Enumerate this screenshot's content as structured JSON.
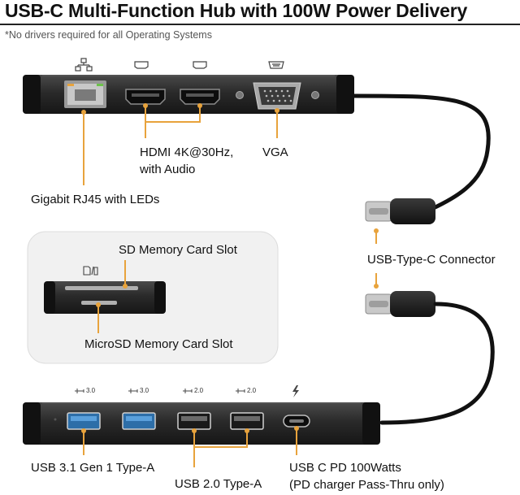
{
  "header": {
    "title": "USB-C Multi-Function Hub with 100W Power Delivery",
    "subtitle": "*No drivers required for all Operating Systems"
  },
  "labels": {
    "hdmi_line1": "HDMI 4K@30Hz,",
    "hdmi_line2": "with Audio",
    "vga": "VGA",
    "rj45": "Gigabit RJ45 with LEDs",
    "usb_c_connector": "USB-Type-C Connector",
    "sd_slot": "SD Memory Card Slot",
    "microsd_slot": "MicroSD Memory Card Slot",
    "usb31": "USB 3.1 Gen 1 Type-A",
    "usb20": "USB 2.0 Type-A",
    "usbc_pd_line1": "USB C PD 100Watts",
    "usbc_pd_line2": "(PD charger Pass-Thru only)"
  },
  "port_tags": {
    "usb1": "3.0",
    "usb2": "3.0",
    "usb3": "2.0",
    "usb4": "2.0"
  },
  "colors": {
    "callout": "#e8a33c",
    "device": "#2b2b2b",
    "usb3_blue": "#3b82c4",
    "card_panel": "#f1f1f1"
  },
  "icons": {
    "network": "network-icon",
    "hdmi": "hdmi-icon",
    "vga": "vga-icon",
    "sd": "sd-card-icon",
    "usb": "usb-icon",
    "power": "lightning-icon"
  }
}
